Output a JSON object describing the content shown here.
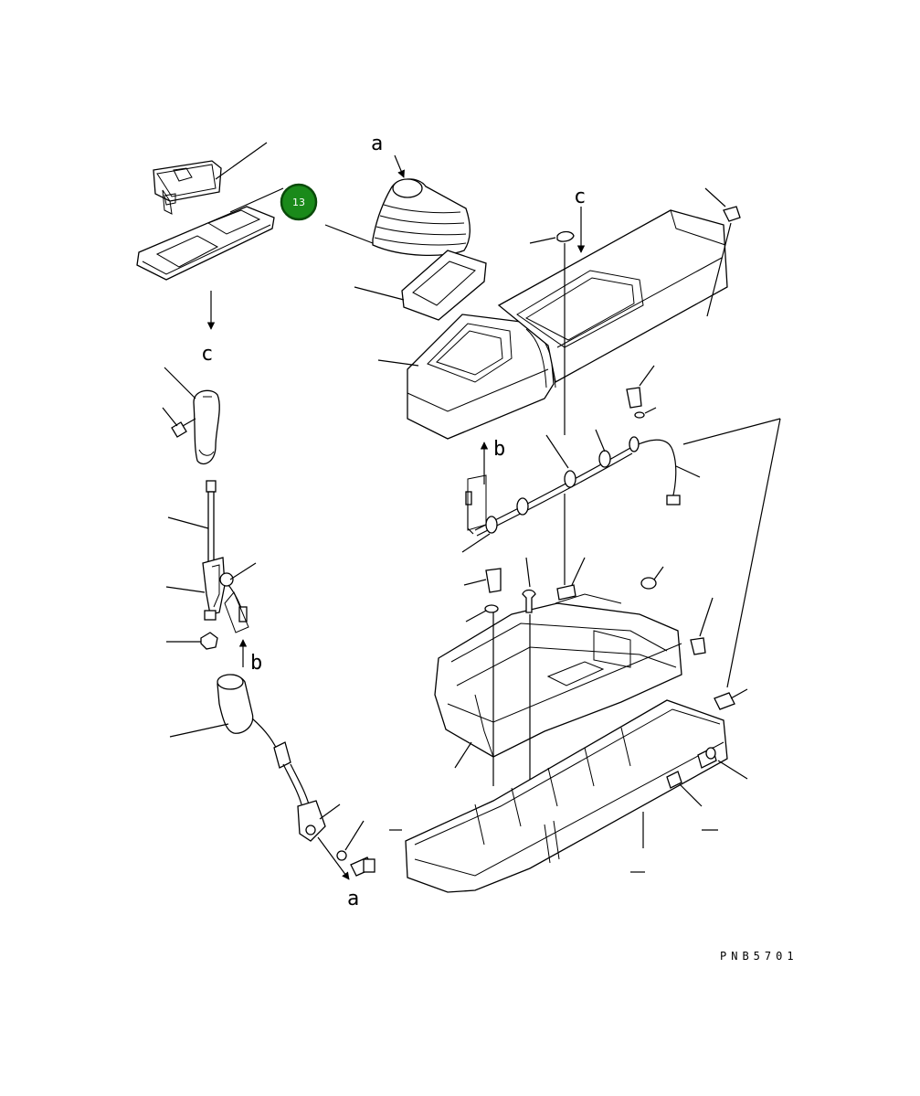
{
  "diagram": {
    "reference_labels": [
      "a",
      "c",
      "c",
      "b",
      "b",
      "a"
    ],
    "drawing_code": "PNB5701",
    "callout": {
      "number": "13",
      "color": "#1a8a1a",
      "ring_color": "#0a4a0a"
    }
  }
}
